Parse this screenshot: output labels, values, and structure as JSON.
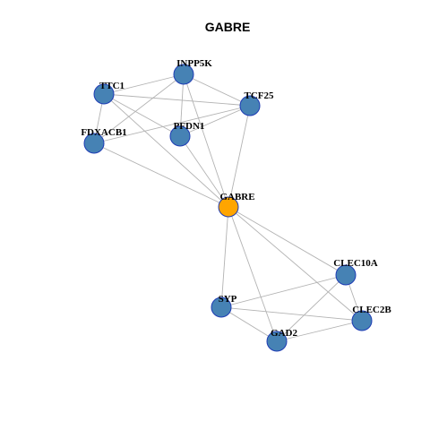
{
  "title": "GABRE",
  "colors": {
    "node_default": "#4682b4",
    "node_center": "#ffa500",
    "node_border": "#1e3cb4",
    "edge": "#b3b3b3"
  },
  "nodes": [
    {
      "id": "INPP5K",
      "label": "INPP5K",
      "role": "default"
    },
    {
      "id": "TTC1",
      "label": "TTC1",
      "role": "default"
    },
    {
      "id": "TCF25",
      "label": "TCF25",
      "role": "default"
    },
    {
      "id": "PFDN1",
      "label": "PFDN1",
      "role": "default"
    },
    {
      "id": "FDXACB1",
      "label": "FDXACB1",
      "role": "default"
    },
    {
      "id": "GABRE",
      "label": "GABRE",
      "role": "center"
    },
    {
      "id": "CLEC10A",
      "label": "CLEC10A",
      "role": "default"
    },
    {
      "id": "SYP",
      "label": "SYP",
      "role": "default"
    },
    {
      "id": "CLEC2B",
      "label": "CLEC2B",
      "role": "default"
    },
    {
      "id": "GAD2",
      "label": "GAD2",
      "role": "default"
    }
  ],
  "edges": [
    [
      "TTC1",
      "INPP5K"
    ],
    [
      "TTC1",
      "TCF25"
    ],
    [
      "TTC1",
      "PFDN1"
    ],
    [
      "TTC1",
      "FDXACB1"
    ],
    [
      "TTC1",
      "GABRE"
    ],
    [
      "INPP5K",
      "TCF25"
    ],
    [
      "INPP5K",
      "PFDN1"
    ],
    [
      "INPP5K",
      "FDXACB1"
    ],
    [
      "INPP5K",
      "GABRE"
    ],
    [
      "TCF25",
      "PFDN1"
    ],
    [
      "TCF25",
      "FDXACB1"
    ],
    [
      "TCF25",
      "GABRE"
    ],
    [
      "PFDN1",
      "GABRE"
    ],
    [
      "FDXACB1",
      "GABRE"
    ],
    [
      "GABRE",
      "CLEC10A"
    ],
    [
      "GABRE",
      "SYP"
    ],
    [
      "GABRE",
      "GAD2"
    ],
    [
      "GABRE",
      "CLEC2B"
    ],
    [
      "CLEC10A",
      "SYP"
    ],
    [
      "CLEC10A",
      "GAD2"
    ],
    [
      "CLEC10A",
      "CLEC2B"
    ],
    [
      "SYP",
      "GAD2"
    ],
    [
      "SYP",
      "CLEC2B"
    ],
    [
      "GAD2",
      "CLEC2B"
    ]
  ]
}
